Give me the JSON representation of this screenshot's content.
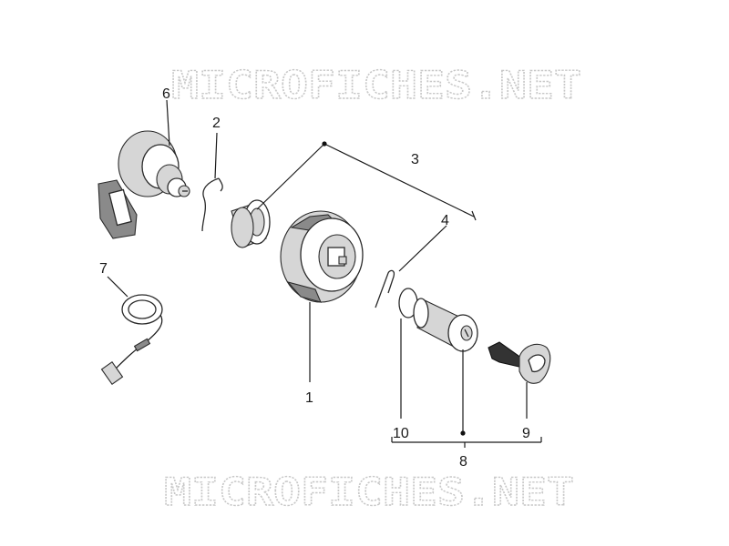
{
  "watermark": {
    "top": "MICROFICHES.NET",
    "bottom": "MICROFICHES.NET"
  },
  "callouts": {
    "c1": "1",
    "c2": "2",
    "c3": "3",
    "c4": "4",
    "c6": "6",
    "c7": "7",
    "c8": "8",
    "c9": "9",
    "c10": "10"
  }
}
